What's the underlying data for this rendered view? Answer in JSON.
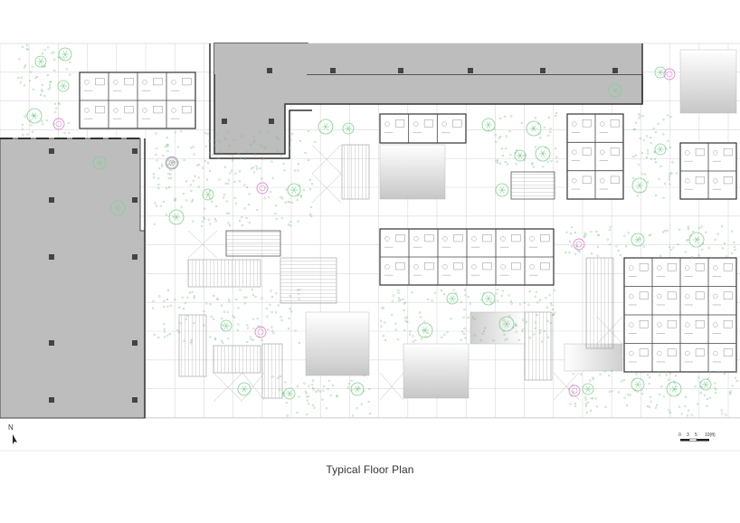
{
  "title": "Typical Floor Plan",
  "north_label": "N",
  "scale_bar": {
    "ticks": [
      "0",
      "3",
      "5",
      "10(ft)"
    ]
  },
  "legend_colors": {
    "slab": "#bdbdbd",
    "wall": "#333333",
    "grid": "#d9d9d9",
    "tree_green": "#7fd18f",
    "tree_pink": "#e38ad6"
  }
}
